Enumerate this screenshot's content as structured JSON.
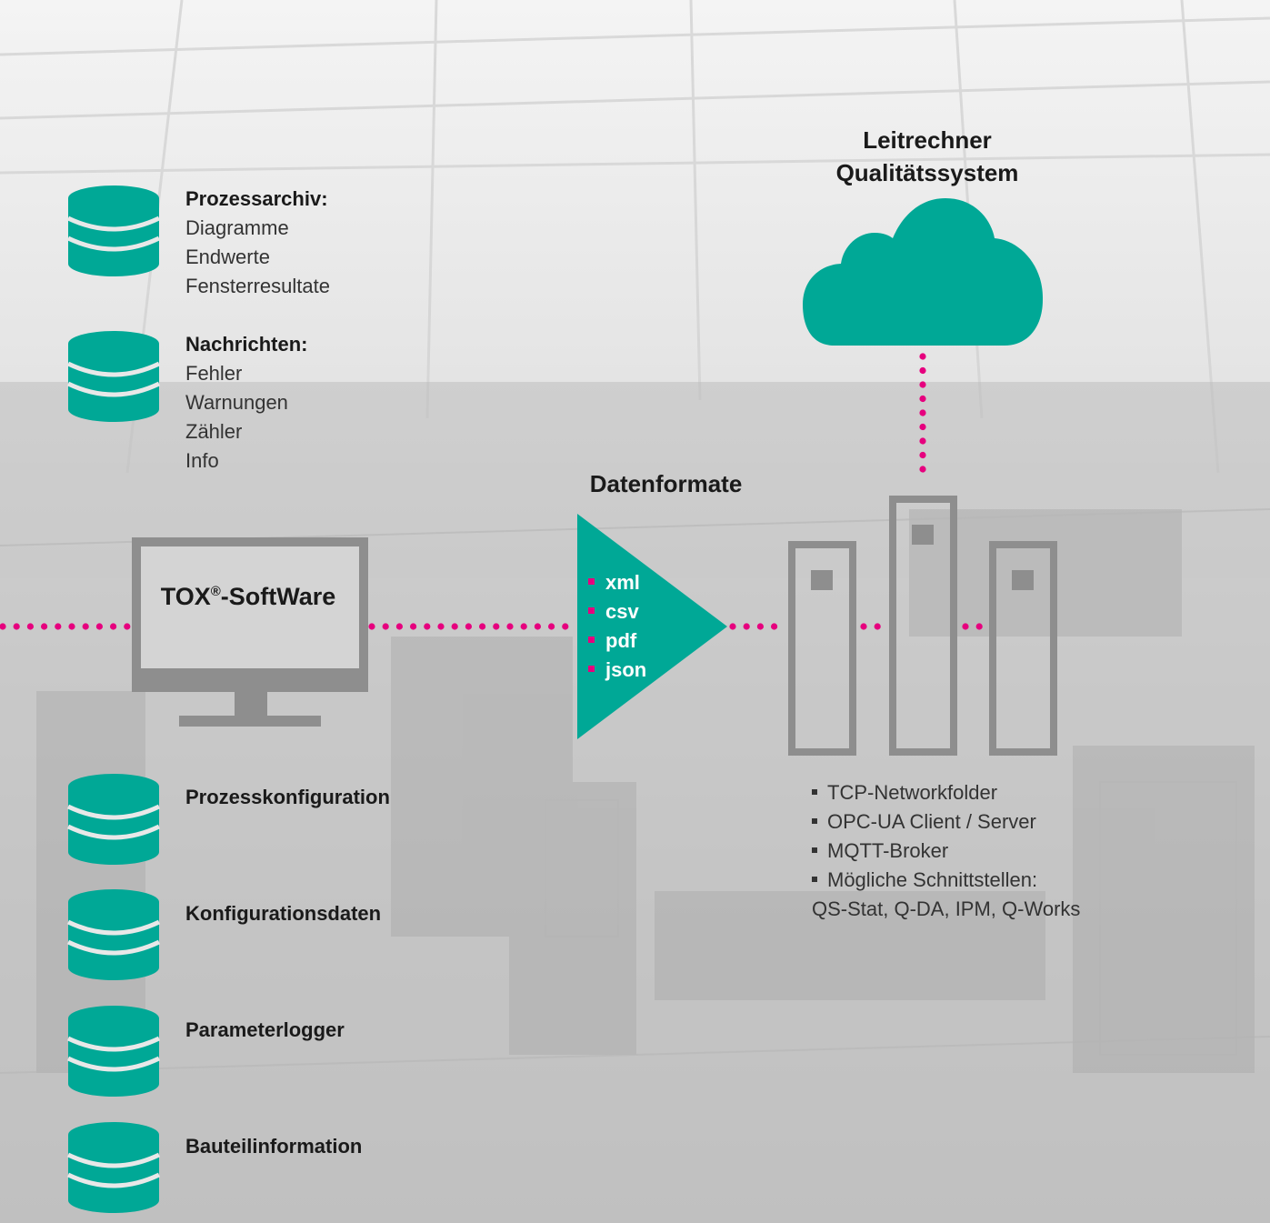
{
  "archive": {
    "heading": "Prozessarchiv:",
    "items": [
      "Diagramme",
      "Endwerte",
      "Fensterresultate"
    ]
  },
  "messages": {
    "heading": "Nachrichten:",
    "items": [
      "Fehler",
      "Warnungen",
      "Zähler",
      "Info"
    ]
  },
  "software": {
    "name_pre": "TOX",
    "name_sup": "®",
    "name_post": "-SoftWare"
  },
  "formats": {
    "title": "Datenformate",
    "items": [
      "xml",
      "csv",
      "pdf",
      "json"
    ]
  },
  "host": {
    "line1": "Leitrechner",
    "line2": "Qualitätssystem"
  },
  "interfaces": {
    "items": [
      "TCP-Networkfolder",
      "OPC-UA Client / Server",
      "MQTT-Broker",
      "Mögliche Schnittstellen:"
    ],
    "continuation": "QS-Stat, Q-DA, IPM, Q-Works"
  },
  "databases": [
    "Prozesskonfiguration",
    "Konfigurationsdaten",
    "Parameterlogger",
    "Bauteilinformation"
  ],
  "colors": {
    "teal": "#00a896",
    "magenta": "#e6007e",
    "gray": "#8e8e8e",
    "screen": "#d4d4d4"
  }
}
